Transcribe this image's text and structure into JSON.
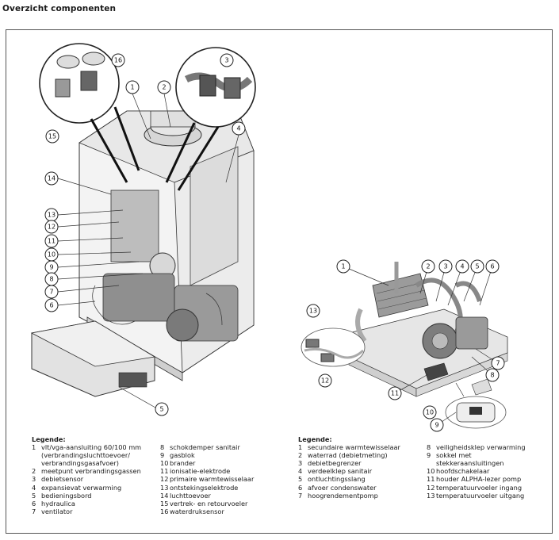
{
  "page": {
    "title": "Overzicht componenten"
  },
  "left_legend": {
    "title": "Legende:",
    "col1": [
      {
        "num": "1",
        "text": "vlt/vga-aansluiting 60/100 mm"
      },
      {
        "num": "",
        "text": "(verbrandingsluchttoevoer/"
      },
      {
        "num": "",
        "text": "verbrandingsgasafvoer)"
      },
      {
        "num": "2",
        "text": "meetpunt verbrandingsgassen"
      },
      {
        "num": "3",
        "text": "debietsensor"
      },
      {
        "num": "4",
        "text": "expansievat verwarming"
      },
      {
        "num": "5",
        "text": "bedieningsbord"
      },
      {
        "num": "6",
        "text": "hydraulica"
      },
      {
        "num": "7",
        "text": "ventilator"
      }
    ],
    "col2": [
      {
        "num": "8",
        "text": "schokdemper sanitair"
      },
      {
        "num": "9",
        "text": "gasblok"
      },
      {
        "num": "10",
        "text": "brander"
      },
      {
        "num": "11",
        "text": "ionisatie-elektrode"
      },
      {
        "num": "12",
        "text": "primaire warmtewisselaar"
      },
      {
        "num": "13",
        "text": "ontstekingselektrode"
      },
      {
        "num": "14",
        "text": "luchttoevoer"
      },
      {
        "num": "15",
        "text": "vertrek- en retourvoeler"
      },
      {
        "num": "16",
        "text": "waterdruksensor"
      }
    ]
  },
  "right_legend": {
    "title": "Legende:",
    "col1": [
      {
        "num": "1",
        "text": "secundaire warmtewisselaar"
      },
      {
        "num": "2",
        "text": "waterrad (debietmeting)"
      },
      {
        "num": "3",
        "text": "debietbegrenzer"
      },
      {
        "num": "4",
        "text": "verdeelklep sanitair"
      },
      {
        "num": "5",
        "text": "ontluchtingsslang"
      },
      {
        "num": "6",
        "text": "afvoer condenswater"
      },
      {
        "num": "7",
        "text": "hoogrendementpomp"
      }
    ],
    "col2": [
      {
        "num": "8",
        "text": "veiligheidsklep verwarming"
      },
      {
        "num": "9",
        "text": "sokkel met"
      },
      {
        "num": "",
        "text": "stekkeraansluitingen"
      },
      {
        "num": "10",
        "text": "hoofdschakelaar"
      },
      {
        "num": "11",
        "text": "houder ALPHA-lezer pomp"
      },
      {
        "num": "12",
        "text": "temperatuurvoeler ingang"
      },
      {
        "num": "13",
        "text": "temperatuurvoeler uitgang"
      }
    ]
  },
  "callouts_left": [
    "1",
    "2",
    "3",
    "4",
    "5",
    "6",
    "7",
    "8",
    "9",
    "10",
    "11",
    "12",
    "13",
    "14",
    "15",
    "16"
  ],
  "callouts_right": [
    "1",
    "2",
    "3",
    "4",
    "5",
    "6",
    "7",
    "8",
    "9",
    "10",
    "11",
    "12",
    "13"
  ]
}
